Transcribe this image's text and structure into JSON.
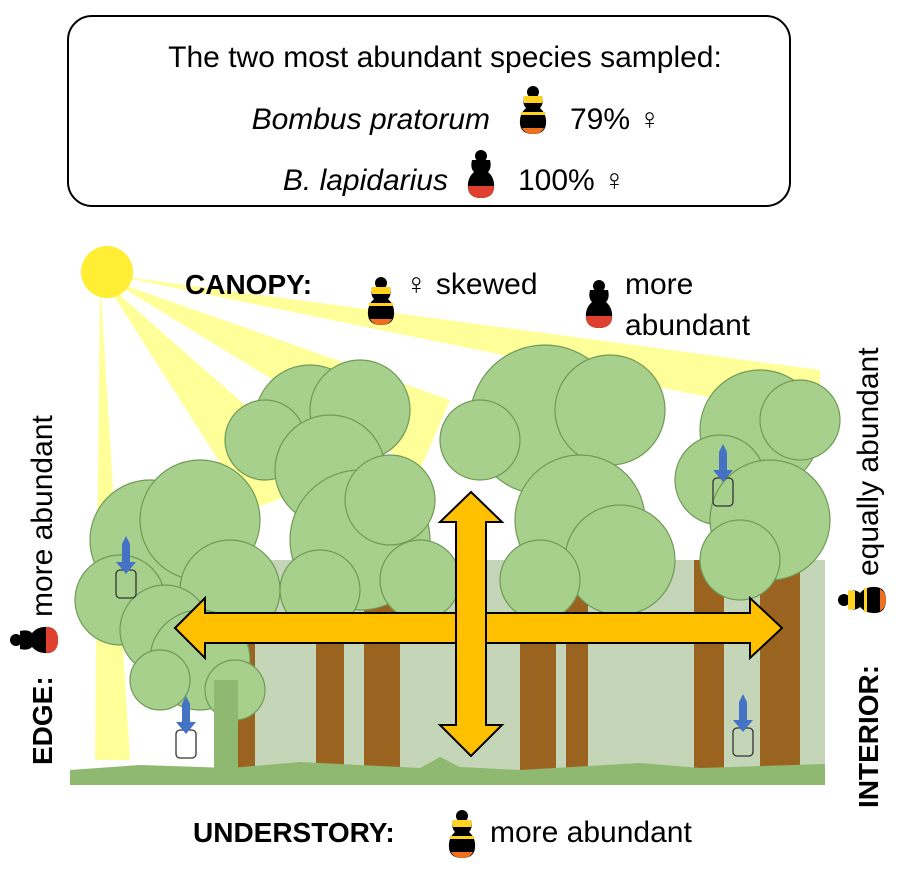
{
  "summary": {
    "title": "The two most abundant species sampled:",
    "species": [
      {
        "name": "Bombus pratorum",
        "female_share": "79% ♀"
      },
      {
        "name": "B. lapidarius",
        "female_share": "100% ♀"
      }
    ]
  },
  "canopy": {
    "label": "CANOPY:",
    "pratorum_note": "♀ skewed",
    "lapidarius_note_1": "more",
    "lapidarius_note_2": "abundant"
  },
  "edge": {
    "label": "EDGE:",
    "note": "more abundant"
  },
  "interior": {
    "label": "INTERIOR:",
    "note": "equally abundant"
  },
  "understory": {
    "label": "UNDERSTORY:",
    "note": "more abundant"
  },
  "colors": {
    "arrow": "#ffc000",
    "trap_arrow": "#4472c4",
    "trunk": "#9a6420",
    "foliage": "#a8d08d",
    "sun": "#ffff66",
    "pratorum_band": "#ffd21f",
    "pratorum_tail": "#f07020",
    "lapidarius_tail": "#e04030"
  }
}
